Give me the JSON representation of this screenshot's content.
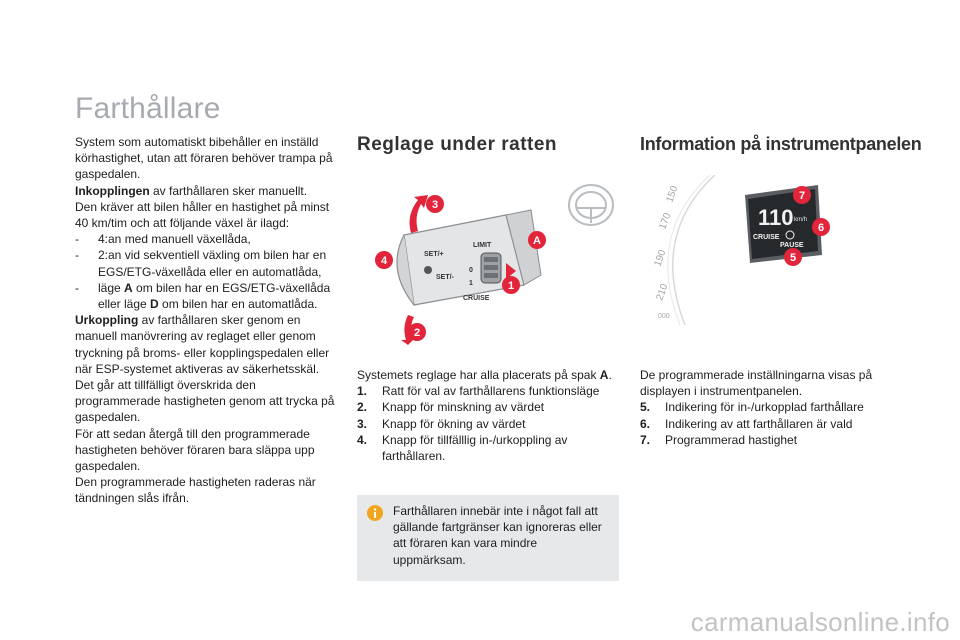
{
  "title": "Farthållare",
  "col1": {
    "intro": "System som automatiskt bibehåller en inställd körhastighet, utan att föraren behöver trampa på gaspedalen.",
    "engage_label": "Inkopplingen",
    "engage_text": " av farthållaren sker manuellt.",
    "requirements": "Den kräver att bilen håller en hastighet på minst 40 km/tim och att följande växel är ilagd:",
    "list": [
      {
        "dash": "-",
        "text": "4:an med manuell växellåda,"
      },
      {
        "dash": "-",
        "text": "2:an vid sekventiell växling om bilen har en EGS/ETG-växellåda eller en automatlåda,"
      },
      {
        "dash": "-",
        "pre": "läge ",
        "b1": "A",
        "mid": " om bilen har en EGS/ETG-växellåda eller läge ",
        "b2": "D",
        "post": " om bilen har en automatlåda."
      }
    ],
    "disengage_label": "Urkoppling",
    "disengage_text": " av farthållaren sker genom en manuell manövrering av reglaget eller genom tryckning på broms- eller kopplingspedalen eller när ESP-systemet aktiveras av säkerhetsskäl.",
    "p3": "Det går att tillfälligt överskrida den programmerade hastigheten genom att trycka på gaspedalen.",
    "p4": "För att sedan återgå till den programmerade hastigheten behöver föraren bara släppa upp gaspedalen.",
    "p5": "Den programmerade hastigheten raderas när tändningen slås ifrån."
  },
  "col2": {
    "heading": "Reglage under ratten",
    "figure": {
      "callouts": [
        "3",
        "A",
        "4",
        "1",
        "2"
      ],
      "labels": {
        "setplus": "SET/+",
        "setminus": "SET/-",
        "limit": "LIMIT",
        "cruise": "CRUISE",
        "zero": "0",
        "one": "1"
      }
    },
    "intro_pre": "Systemets reglage har alla placerats på spak ",
    "intro_b": "A",
    "intro_post": ".",
    "items": [
      {
        "n": "1.",
        "text": "Ratt för val av farthållarens funktionsläge"
      },
      {
        "n": "2.",
        "text": "Knapp för minskning av värdet"
      },
      {
        "n": "3.",
        "text": "Knapp för ökning av värdet"
      },
      {
        "n": "4.",
        "text": "Knapp för tillfälllig in-/urkoppling av farthållaren."
      }
    ],
    "note": "Farthållaren innebär inte i något fall att gällande fartgränser kan ignoreras eller att föraren kan vara mindre uppmärksam."
  },
  "col3": {
    "heading": "Information på instrumentpanelen",
    "figure": {
      "speed": "110",
      "unit": "km/h",
      "cruise": "CRUISE",
      "pause": "PAUSE",
      "callouts": [
        "7",
        "6",
        "5"
      ],
      "dial_marks": [
        "190",
        "170",
        "150",
        "210",
        "000"
      ]
    },
    "intro": "De programmerade inställningarna visas på displayen i instrumentpanelen.",
    "items": [
      {
        "n": "5.",
        "text": "Indikering för in-/urkopplad farthållare"
      },
      {
        "n": "6.",
        "text": "Indikering av att farthållaren är vald"
      },
      {
        "n": "7.",
        "text": "Programmerad hastighet"
      }
    ]
  },
  "watermark": "carmanualsonline.info",
  "colors": {
    "title": "#a7aab0",
    "callout": "#e2253a",
    "note_bg": "#e7e8ea",
    "info_icon": "#f2a51f",
    "arrow": "#e2253a"
  }
}
